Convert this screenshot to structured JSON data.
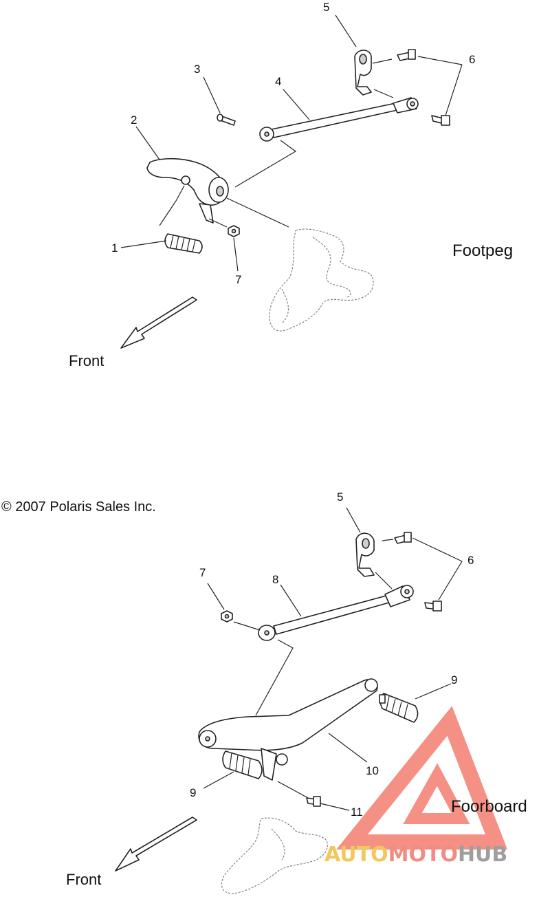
{
  "copyright": "© 2007 Polaris Sales Inc.",
  "sections": {
    "footpeg": {
      "label": "Footpeg",
      "front_label": "Front",
      "callouts": [
        "1",
        "2",
        "3",
        "4",
        "5",
        "6",
        "7"
      ]
    },
    "floorboard": {
      "label": "Foorboard",
      "front_label": "Front",
      "callouts": [
        "5",
        "6",
        "7",
        "8",
        "9",
        "9",
        "10",
        "11"
      ]
    }
  },
  "watermark": {
    "text_a": "AUTO",
    "text_b": "MOTO",
    "text_c": "HUB",
    "color_a": "#f4c75a",
    "color_b": "#f28b82",
    "color_c": "#9e9e9e",
    "logo_color": "#f26b5b"
  }
}
